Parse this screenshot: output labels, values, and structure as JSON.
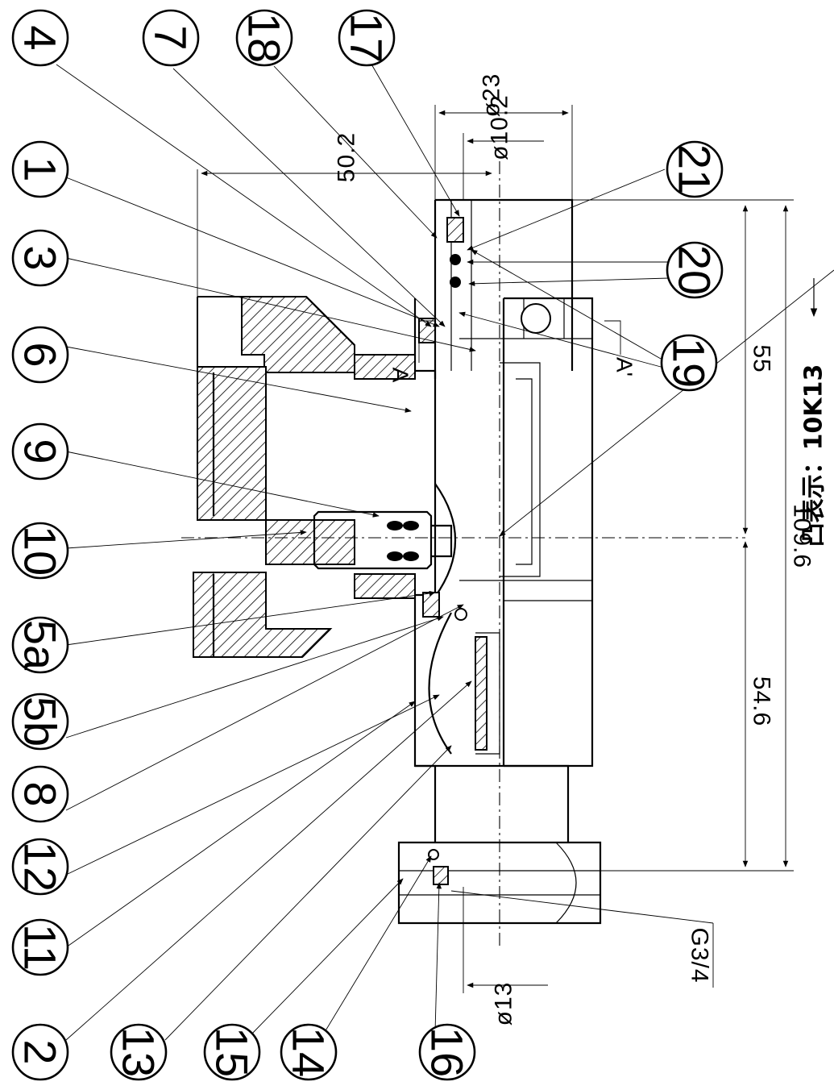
{
  "drawing": {
    "balloons": {
      "top": [
        "4",
        "7",
        "18",
        "17",
        "1",
        "3",
        "6",
        "9",
        "10",
        "5a",
        "5b",
        "8",
        "12",
        "11",
        "2",
        "13",
        "15",
        "14",
        "16"
      ],
      "right": [
        "21",
        "20",
        "19"
      ]
    },
    "dimensions": {
      "d23": "ø23",
      "d10_2": "ø10.2",
      "d13": "ø13",
      "len_50_2": "50.2",
      "len_55": "55",
      "len_109_6": "109.6",
      "len_54_6": "54.6"
    },
    "section": {
      "a": "A",
      "a_prime": "A'"
    },
    "thread": "G3/4",
    "marking_note": "凸表示：10K13"
  }
}
